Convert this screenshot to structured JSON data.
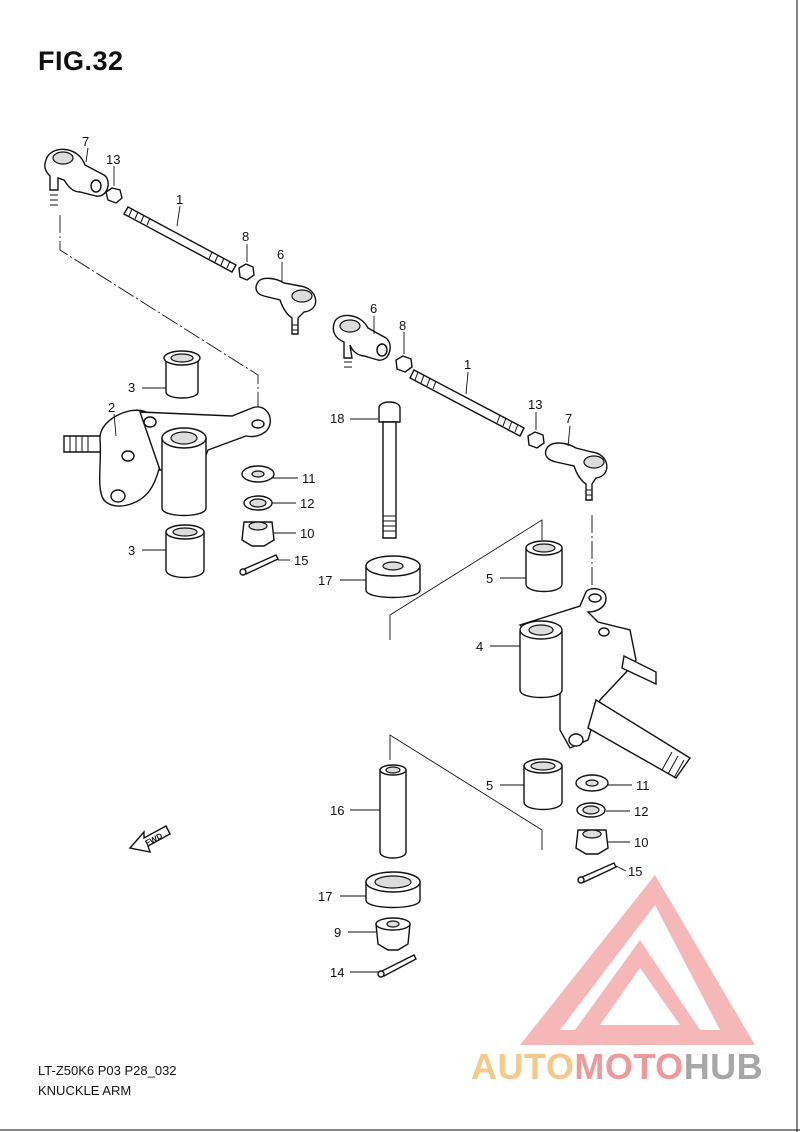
{
  "figure": {
    "title": "FIG.32",
    "code": "LT-Z50K6 P03 P28_032",
    "name": "KNUCKLE ARM",
    "fwd_label": "FWD"
  },
  "watermark": {
    "part1": "AUTO",
    "part2": "MOTO",
    "part3": "HUB",
    "colors": {
      "auto": "#f4c98a",
      "moto": "#ef9a9a",
      "hub": "#a7a7a7"
    }
  },
  "callouts": [
    {
      "id": "c7a",
      "text": "7"
    },
    {
      "id": "c13a",
      "text": "13"
    },
    {
      "id": "c1a",
      "text": "1"
    },
    {
      "id": "c8a",
      "text": "8"
    },
    {
      "id": "c6a",
      "text": "6"
    },
    {
      "id": "c6b",
      "text": "6"
    },
    {
      "id": "c8b",
      "text": "8"
    },
    {
      "id": "c1b",
      "text": "1"
    },
    {
      "id": "c13b",
      "text": "13"
    },
    {
      "id": "c7b",
      "text": "7"
    },
    {
      "id": "c3a",
      "text": "3"
    },
    {
      "id": "c2",
      "text": "2"
    },
    {
      "id": "c18",
      "text": "18"
    },
    {
      "id": "c11a",
      "text": "11"
    },
    {
      "id": "c12a",
      "text": "12"
    },
    {
      "id": "c10a",
      "text": "10"
    },
    {
      "id": "c3b",
      "text": "3"
    },
    {
      "id": "c15a",
      "text": "15"
    },
    {
      "id": "c17a",
      "text": "17"
    },
    {
      "id": "c5a",
      "text": "5"
    },
    {
      "id": "c4",
      "text": "4"
    },
    {
      "id": "c5b",
      "text": "5"
    },
    {
      "id": "c11b",
      "text": "11"
    },
    {
      "id": "c16",
      "text": "16"
    },
    {
      "id": "c12b",
      "text": "12"
    },
    {
      "id": "c10b",
      "text": "10"
    },
    {
      "id": "c15b",
      "text": "15"
    },
    {
      "id": "c17b",
      "text": "17"
    },
    {
      "id": "c9",
      "text": "9"
    },
    {
      "id": "c14",
      "text": "14"
    }
  ]
}
